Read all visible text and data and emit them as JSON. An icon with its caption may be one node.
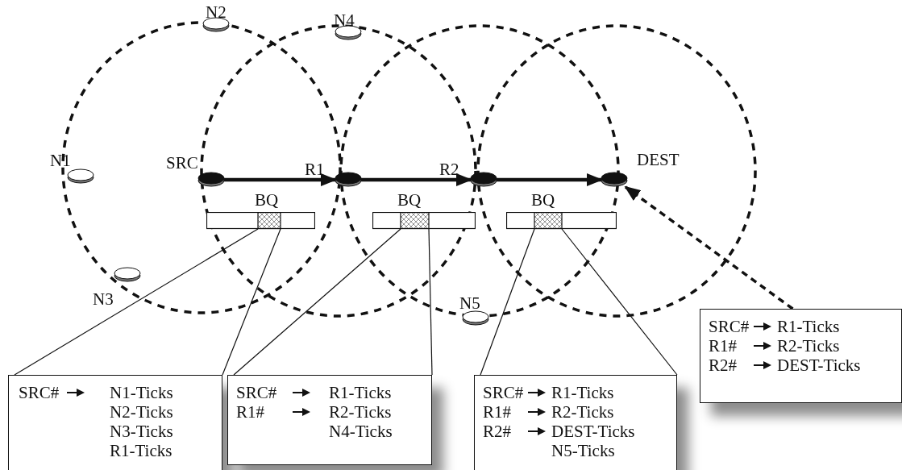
{
  "diagram": {
    "nodes": [
      {
        "text": [
          "N2"
        ]
      },
      {
        "text": [
          "N4"
        ]
      },
      {
        "text": [
          "N1"
        ]
      },
      {
        "text": [
          "SRC"
        ]
      },
      {
        "text": [
          "R1"
        ]
      },
      {
        "text": [
          "R2"
        ]
      },
      {
        "text": [
          "DEST"
        ]
      },
      {
        "text": [
          "BQ"
        ]
      },
      {
        "text": [
          "BQ"
        ]
      },
      {
        "text": [
          "BQ"
        ]
      },
      {
        "text": [
          "N3"
        ]
      },
      {
        "text": [
          "N5"
        ]
      },
      {
        "text": [
          "SRC#",
          "R1-Ticks",
          "R1#",
          "R2-Ticks",
          "R2#",
          "DEST-Ticks"
        ]
      },
      {
        "text": [
          "SRC#",
          "N1-Ticks",
          "N2-Ticks",
          "N3-Ticks",
          "R1-Ticks"
        ]
      },
      {
        "text": [
          "SRC#",
          "R1-Ticks",
          "R1#",
          "R2-Ticks",
          "N4-Ticks"
        ]
      },
      {
        "text": [
          "SRC#",
          "R1-Ticks",
          "R1#",
          "R2-Ticks",
          "R2#",
          "DEST-Ticks",
          "N5-Ticks"
        ]
      }
    ],
    "edges": [
      {
        "from": 3,
        "to": 4,
        "arrow": "to",
        "style": "thick"
      },
      {
        "from": 4,
        "to": 5,
        "arrow": "to",
        "style": "thick"
      },
      {
        "from": 5,
        "to": 6,
        "arrow": "to",
        "style": "thick"
      },
      {
        "from": 12,
        "to": 6,
        "arrow": "to",
        "style": "dashed"
      },
      {
        "from": 7,
        "to": 13,
        "arrow": "none"
      },
      {
        "from": 7,
        "to": 13,
        "arrow": "none"
      },
      {
        "from": 8,
        "to": 14,
        "arrow": "none"
      },
      {
        "from": 8,
        "to": 14,
        "arrow": "none"
      },
      {
        "from": 9,
        "to": 15,
        "arrow": "none"
      },
      {
        "from": 9,
        "to": 15,
        "arrow": "none"
      }
    ]
  }
}
